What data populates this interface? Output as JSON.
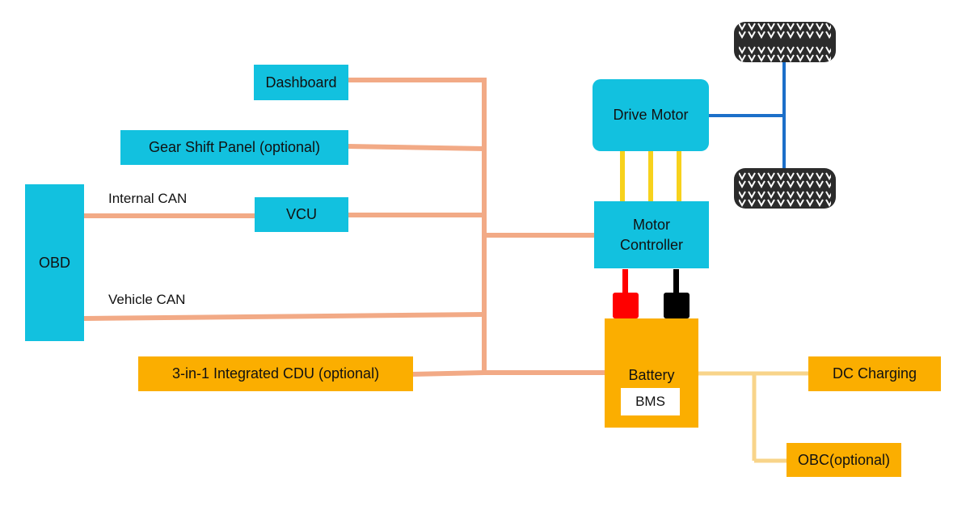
{
  "nodes": {
    "dashboard": "Dashboard",
    "gear_shift_panel": "Gear Shift Panel (optional)",
    "vcu": "VCU",
    "obd": "OBD",
    "cdu": "3-in-1 Integrated CDU (optional)",
    "drive_motor": "Drive Motor",
    "motor_controller": "Motor\nController",
    "battery": "Battery",
    "bms": "BMS",
    "dc_charging": "DC Charging",
    "obc": "OBC(optional)"
  },
  "labels": {
    "internal_can": "Internal CAN",
    "vehicle_can": "Vehicle CAN"
  },
  "colors": {
    "cyan_box": "#12c1df",
    "orange_box": "#fbae00",
    "can_bus": "#f2aa86",
    "phase_wire": "#f7d21c",
    "axle": "#1c6fc9",
    "charge_wire": "#f8d48a",
    "positive_terminal": "#ff0000",
    "negative_terminal": "#000000",
    "tire": "#2b2b2b"
  },
  "icons": [
    "tire-icon",
    "battery-positive-terminal-icon",
    "battery-negative-terminal-icon"
  ]
}
